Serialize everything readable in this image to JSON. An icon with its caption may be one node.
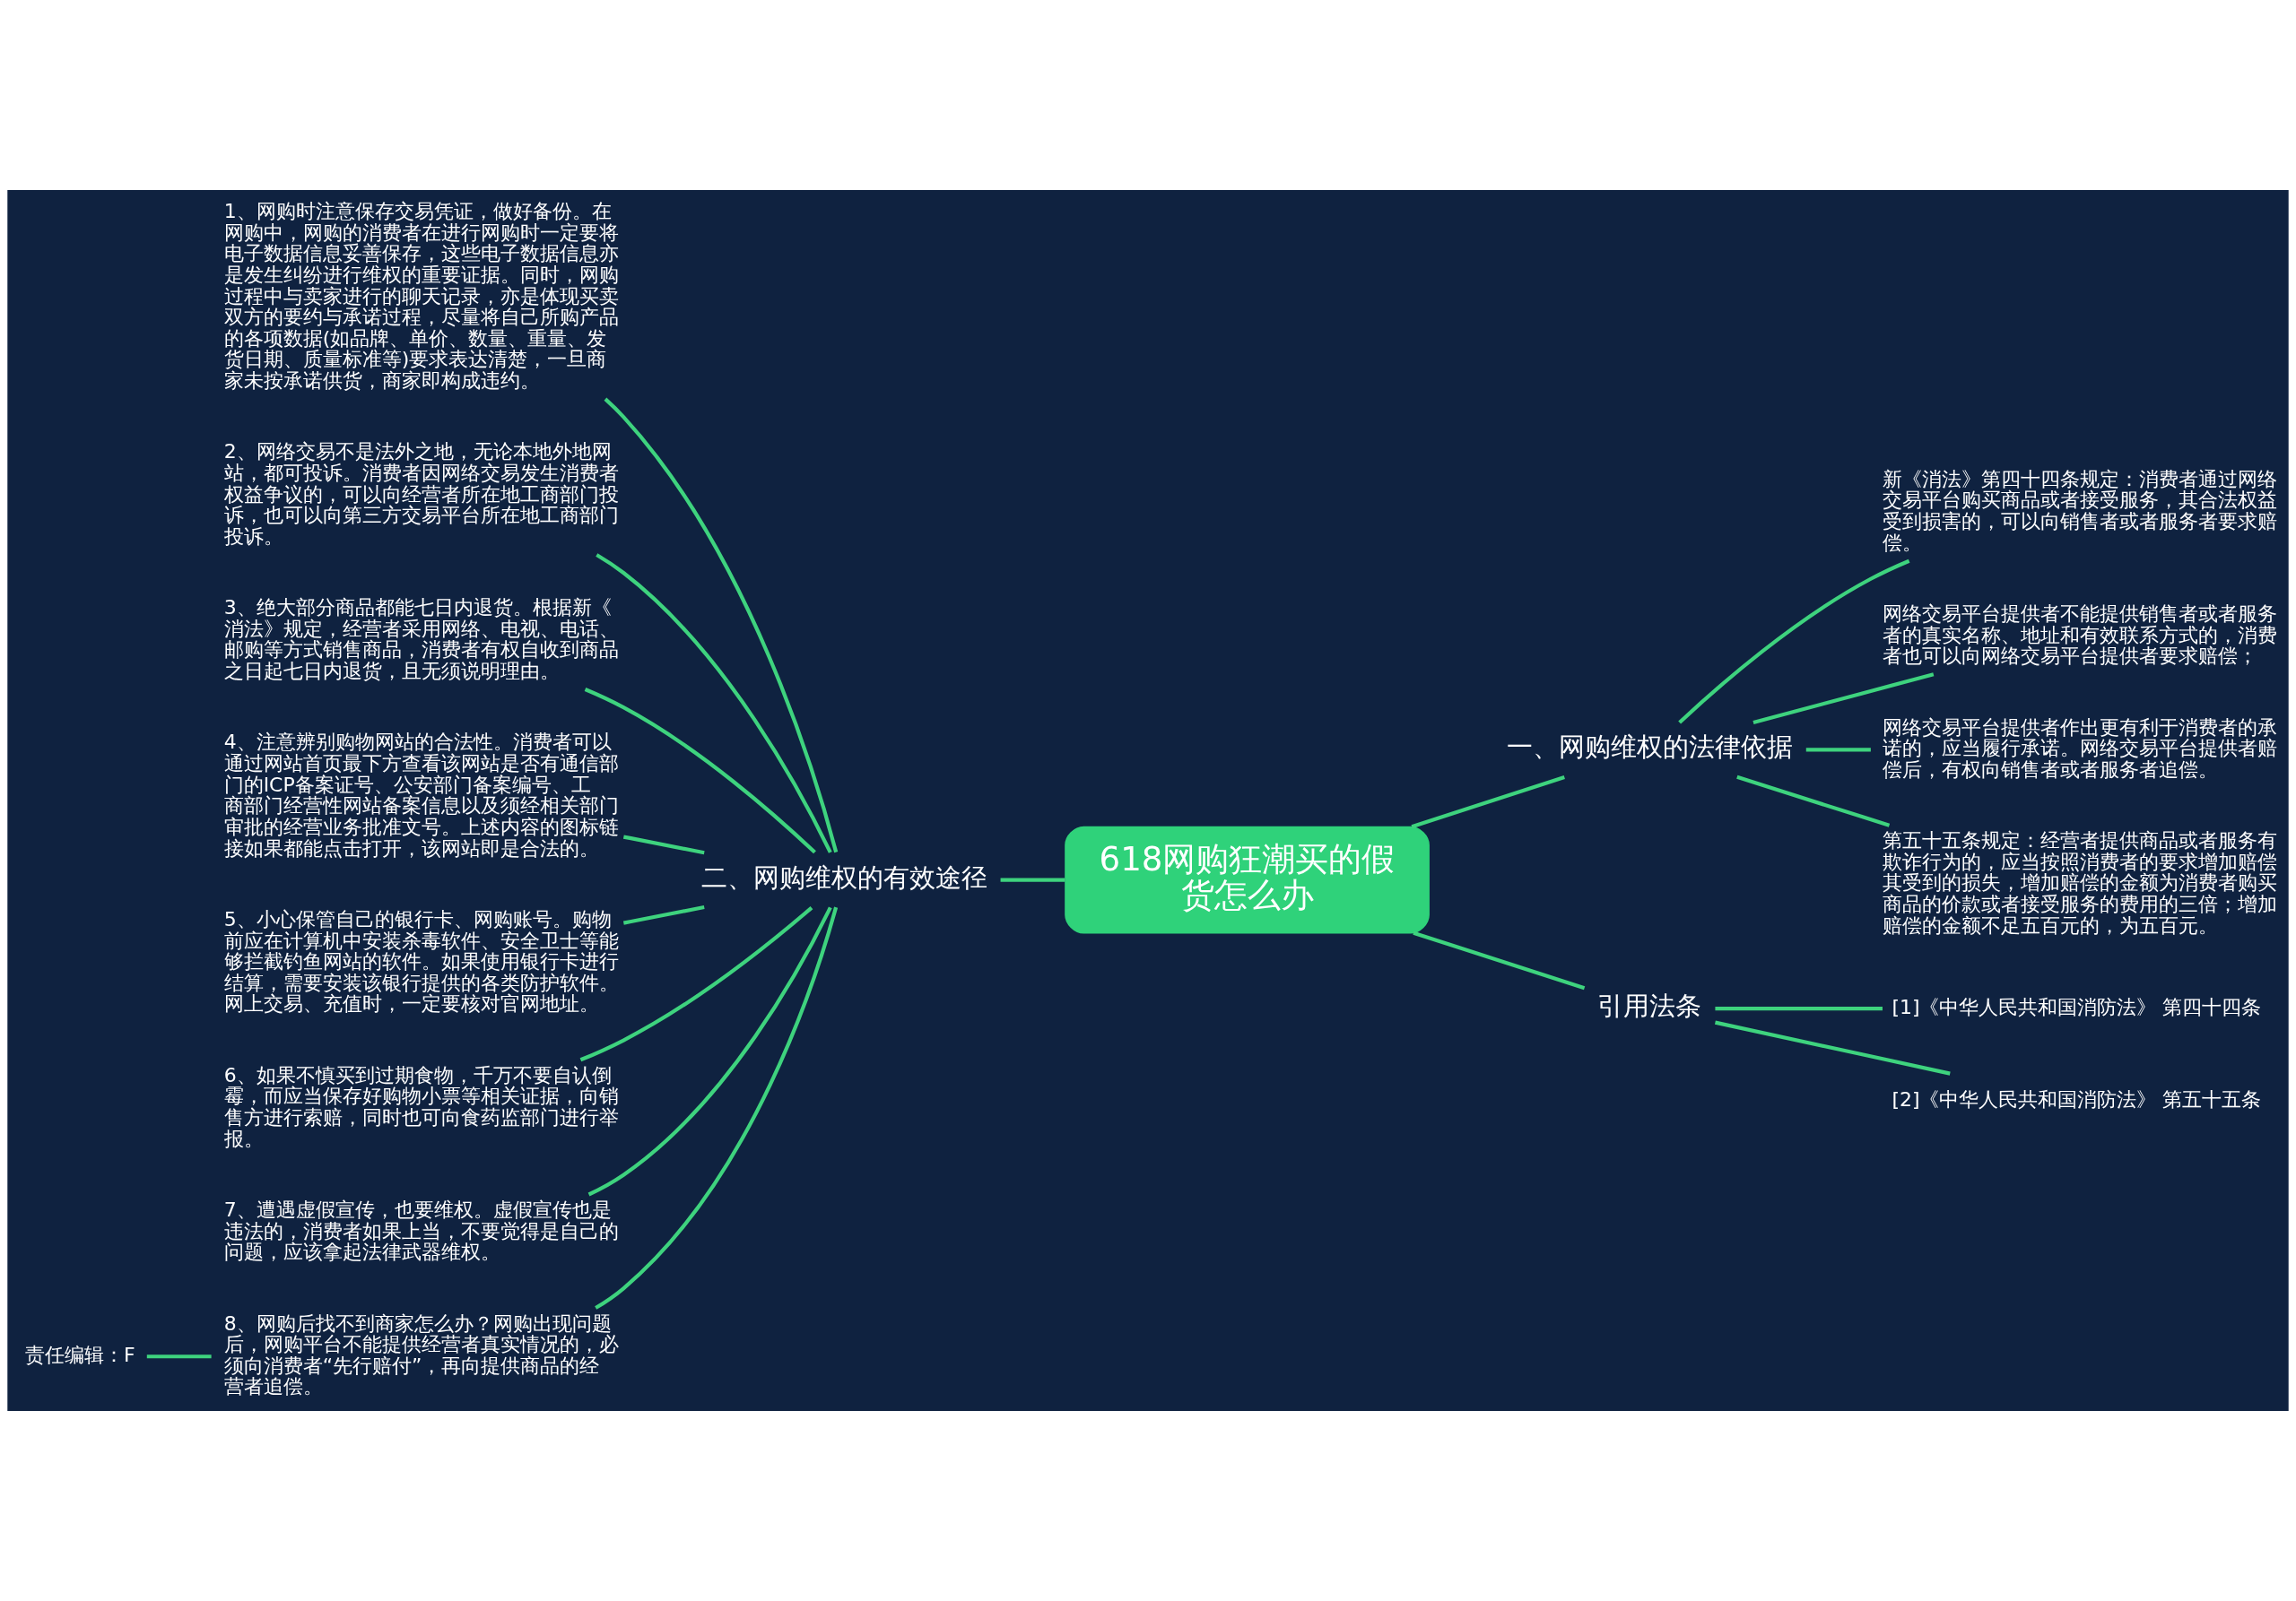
{
  "diagram": {
    "nodes": [
      {
        "text": [
          "618网购狂潮买的假货怎么办"
        ]
      },
      {
        "text": [
          "一、网购维权的法律依据"
        ]
      },
      {
        "text": [
          "引用法条"
        ]
      },
      {
        "text": [
          "二、网购维权的有效途径"
        ]
      },
      {
        "text": [
          "新《消法》第四十四条规定：消费者通过网络交易平台购买商品或者接受服务，其合法权益受到损害的，可以向销售者或者服务者要求赔偿。"
        ]
      },
      {
        "text": [
          "网络交易平台提供者不能提供销售者或者服务者的真实名称、地址和有效联系方式的，消费者也可以向网络交易平台提供者要求赔偿；"
        ]
      },
      {
        "text": [
          "网络交易平台提供者作出更有利于消费者的承诺的，应当履行承诺。网络交易平台提供者赔偿后，有权向销售者或者服务者追偿。"
        ]
      },
      {
        "text": [
          "第五十五条规定：经营者提供商品或者服务有欺诈行为的，应当按照消费者的要求增加赔偿其受到的损失，增加赔偿的金额为消费者购买商品的价款或者接受服务的费用的三倍；增加赔偿的金额不足五百元的，为五百元。"
        ]
      },
      {
        "text": [
          "[1]《中华人民共和国消防法》 第四十四条"
        ]
      },
      {
        "text": [
          "[2]《中华人民共和国消防法》 第五十五条"
        ]
      },
      {
        "text": [
          "1、网购时注意保存交易凭证，做好备份。在网购中，网购的消费者在进行网购时一定要将电子数据信息妥善保存，这些电子数据信息亦是发生纠纷进行维权的重要证据。同时，网购过程中与卖家进行的聊天记录，亦是体现买卖双方的要约与承诺过程，尽量将自己所购产品的各项数据(如品牌、单价、数量、重量、发货日期、质量标准等)要求表达清楚，一旦商家未按承诺供货，商家即构成违约。"
        ]
      },
      {
        "text": [
          "2、网络交易不是法外之地，无论本地外地网站，都可投诉。消费者因网络交易发生消费者权益争议的，可以向经营者所在地工商部门投诉，也可以向第三方交易平台所在地工商部门投诉。"
        ]
      },
      {
        "text": [
          "3、绝大部分商品都能七日内退货。根据新《消法》规定，经营者采用网络、电视、电话、邮购等方式销售商品，消费者有权自收到商品之日起七日内退货，且无须说明理由。"
        ]
      },
      {
        "text": [
          "4、注意辨别购物网站的合法性。消费者可以通过网站首页最下方查看该网站是否有通信部门的ICP备案证号、公安部门备案编号、工商部门经营性网站备案信息以及须经相关部门审批的经营业务批准文号。上述内容的图标链接如果都能点击打开，该网站即是合法的。"
        ]
      },
      {
        "text": [
          "5、小心保管自己的银行卡、网购账号。购物前应在计算机中安装杀毒软件、安全卫士等能够拦截钓鱼网站的软件。如果使用银行卡进行结算，需要安装该银行提供的各类防护软件。网上交易、充值时，一定要核对官网地址。"
        ]
      },
      {
        "text": [
          "6、如果不慎买到过期食物，千万不要自认倒霉，而应当保存好购物小票等相关证据，向销售方进行索赔，同时也可向食药监部门进行举报。"
        ]
      },
      {
        "text": [
          "7、遭遇虚假宣传，也要维权。虚假宣传也是违法的，消费者如果上当，不要觉得是自己的问题，应该拿起法律武器维权。"
        ]
      },
      {
        "text": [
          "8、网购后找不到商家怎么办？网购出现问题后，网购平台不能提供经营者真实情况的，必须向消费者“先行赔付”，再向提供商品的经营者追偿。"
        ]
      },
      {
        "text": [
          "责任编辑：F"
        ]
      }
    ],
    "edges": [
      {
        "from": 0,
        "to": 1,
        "arrow": "none"
      },
      {
        "from": 0,
        "to": 2,
        "arrow": "none"
      },
      {
        "from": 0,
        "to": 3,
        "arrow": "none"
      },
      {
        "from": 1,
        "to": 4,
        "arrow": "none"
      },
      {
        "from": 1,
        "to": 5,
        "arrow": "none"
      },
      {
        "from": 1,
        "to": 6,
        "arrow": "none"
      },
      {
        "from": 1,
        "to": 7,
        "arrow": "none"
      },
      {
        "from": 2,
        "to": 8,
        "arrow": "none"
      },
      {
        "from": 2,
        "to": 9,
        "arrow": "none"
      },
      {
        "from": 3,
        "to": 10,
        "arrow": "none"
      },
      {
        "from": 3,
        "to": 11,
        "arrow": "none"
      },
      {
        "from": 3,
        "to": 12,
        "arrow": "none"
      },
      {
        "from": 3,
        "to": 13,
        "arrow": "none"
      },
      {
        "from": 3,
        "to": 14,
        "arrow": "none"
      },
      {
        "from": 3,
        "to": 15,
        "arrow": "none"
      },
      {
        "from": 3,
        "to": 16,
        "arrow": "none"
      },
      {
        "from": 3,
        "to": 17,
        "arrow": "none"
      },
      {
        "from": 17,
        "to": 18,
        "arrow": "none"
      }
    ]
  }
}
